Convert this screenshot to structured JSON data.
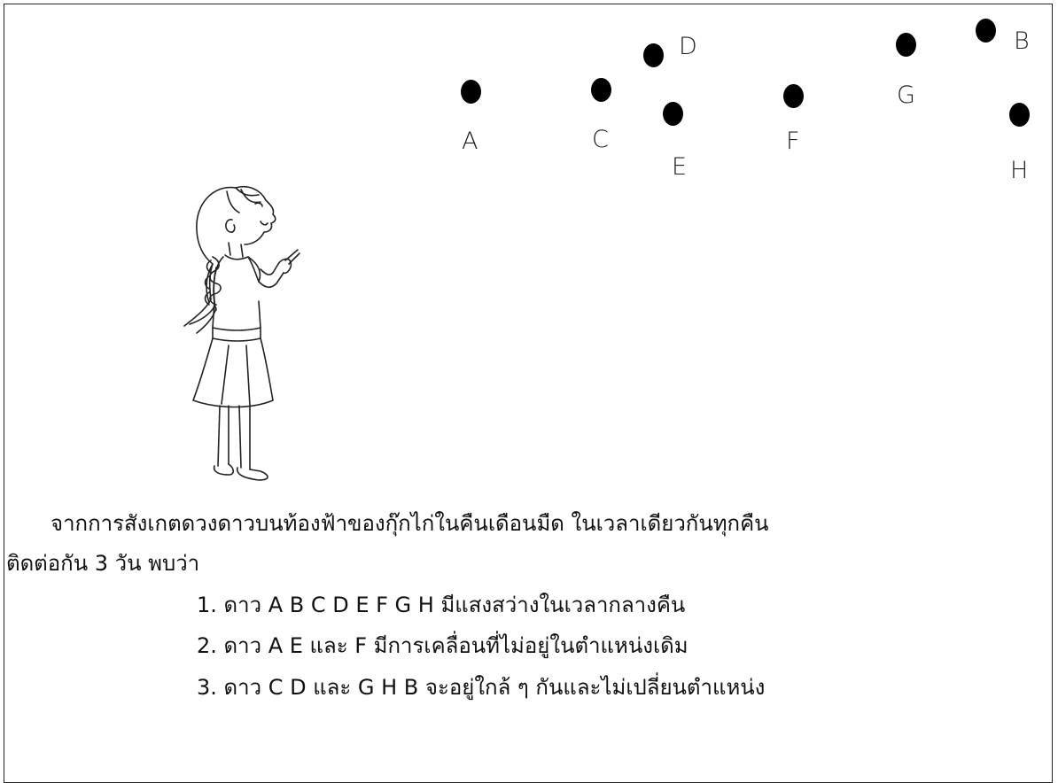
{
  "stars": [
    {
      "id": "A",
      "label": "A"
    },
    {
      "id": "B",
      "label": "B"
    },
    {
      "id": "C",
      "label": "C"
    },
    {
      "id": "D",
      "label": "D"
    },
    {
      "id": "E",
      "label": "E"
    },
    {
      "id": "F",
      "label": "F"
    },
    {
      "id": "G",
      "label": "G"
    },
    {
      "id": "H",
      "label": "H"
    }
  ],
  "text": {
    "paragraph_line1": "จากการสังเกตดวงดาวบนท้องฟ้าของกุ๊กไก่ในคืนเดือนมืด ในเวลาเดียวกันทุกคืน",
    "paragraph_line2": "ติดต่อกัน 3 วัน พบว่า",
    "items": [
      "1. ดาว A  B  C  D  E  F  G  H  มีแสงสว่างในเวลากลางคืน",
      "2. ดาว A  E และ F มีการเคลื่อนที่ไม่อยู่ในตำแหน่งเดิม",
      "3. ดาว C  D และ G  H  B จะอยู่ใกล้ ๆ กันและไม่เปลี่ยนตำแหน่ง"
    ]
  }
}
